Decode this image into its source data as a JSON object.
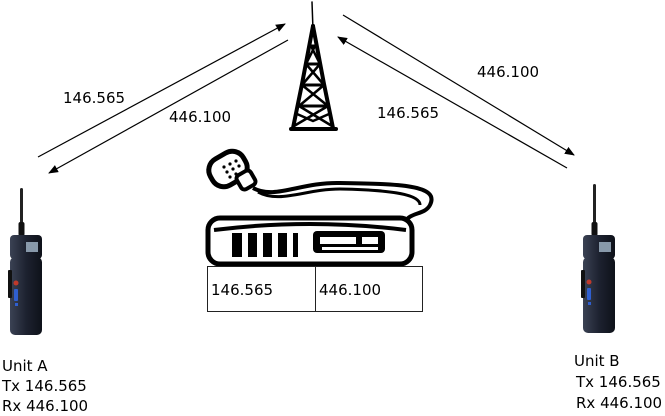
{
  "links": {
    "a_to_tower": "146.565",
    "tower_to_a": "446.100",
    "b_to_tower": "146.565",
    "tower_to_b": "446.100"
  },
  "repeater": {
    "rx": "146.565",
    "tx": "446.100"
  },
  "unit_a": {
    "name": "Unit A",
    "tx": "Tx 146.565",
    "rx": "Rx 446.100"
  },
  "unit_b": {
    "name": "Unit B",
    "tx": "Tx 146.565",
    "rx": "Rx 446.100"
  },
  "icons": [
    "radio-tower-icon",
    "mobile-radio-icon",
    "microphone-icon",
    "handheld-radio-icon"
  ],
  "colors": {
    "stroke": "#000000",
    "radio_body": "#1a1f2b",
    "radio_blue": "#2f5fd0",
    "radio_red": "#c0392b"
  }
}
